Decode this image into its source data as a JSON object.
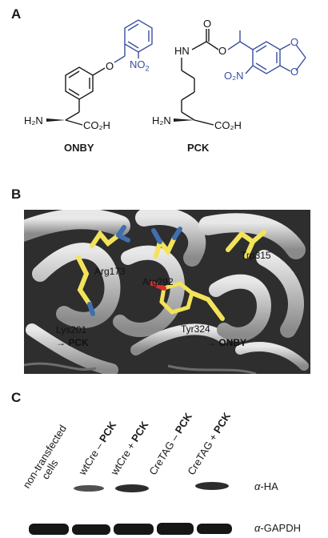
{
  "panel_a": {
    "letter": "A",
    "onby": {
      "name": "ONBY",
      "atom_o": "O",
      "group_no2": "NO",
      "group_no2_sub": "2",
      "amine": "H₂N",
      "acid": "CO₂H"
    },
    "pck": {
      "name": "PCK",
      "atom_hn": "HN",
      "atom_o": "O",
      "group_o2n": "O₂N",
      "amine": "H₂N",
      "acid": "CO₂H"
    }
  },
  "panel_b": {
    "letter": "B",
    "residues": [
      "Arg173",
      "Arg292",
      "Trp315",
      "Lys201",
      "Tyr324"
    ],
    "arrow_pck": "PCK",
    "arrow_onby": "ONBY",
    "colors": {
      "ribbon": "#c8c8c8",
      "carbon": "#f2e35a",
      "nitrogen": "#3f6fb0",
      "oxygen": "#d63030",
      "background": "#2e2e2e"
    }
  },
  "panel_c": {
    "letter": "C",
    "lanes": [
      {
        "line1": "non-transfected",
        "line2": "cells",
        "bold": "",
        "prefix": ""
      },
      {
        "line1": "",
        "line2": "",
        "prefix": "wtCre – ",
        "bold": "PCK"
      },
      {
        "line1": "",
        "line2": "",
        "prefix": "wtCre + ",
        "bold": "PCK"
      },
      {
        "line1": "",
        "line2": "",
        "prefix": "CreTAG – ",
        "bold": "PCK"
      },
      {
        "line1": "",
        "line2": "",
        "prefix": "CreTAG + ",
        "bold": "PCK"
      }
    ],
    "blot_ha": {
      "greek": "α",
      "text": "-HA",
      "band_present": [
        0,
        1,
        1,
        0,
        1
      ]
    },
    "blot_gapdh": {
      "greek": "α",
      "text": "-GAPDH",
      "band_present": [
        1,
        1,
        1,
        1,
        1
      ]
    }
  }
}
